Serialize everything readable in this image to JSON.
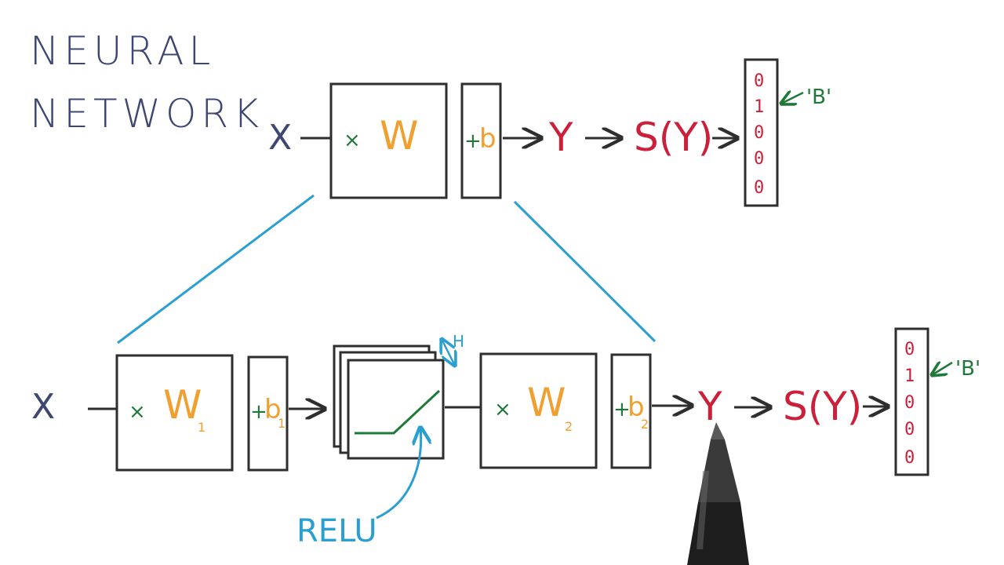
{
  "colors": {
    "ink": "#2e2e2e",
    "title": "#3d4770",
    "weight": "#f0a030",
    "op": "#1f7a3a",
    "output": "#cc1f3a",
    "link": "#2b9fd0"
  },
  "title": {
    "line1": "NEURAL",
    "line2": "NETWORK"
  },
  "top_row": {
    "input": "X",
    "mult_op": "×",
    "weight": "W",
    "bias_op": "+",
    "bias": "b",
    "output": "Y",
    "softmax": "S(Y)",
    "onehot": [
      "0",
      "1",
      "0",
      "0",
      "0"
    ],
    "target_label": "'B'"
  },
  "bottom_row": {
    "input": "X",
    "mult_op_1": "×",
    "weight_1": "W",
    "weight_1_sub": "1",
    "bias_op_1": "+",
    "bias_1": "b",
    "bias_1_sub": "1",
    "hidden_size": "H",
    "relu_label": "RELU",
    "mult_op_2": "×",
    "weight_2": "W",
    "weight_2_sub": "2",
    "bias_op_2": "+",
    "bias_2": "b",
    "bias_2_sub": "2",
    "output": "Y",
    "softmax": "S(Y)",
    "onehot": [
      "0",
      "1",
      "0",
      "0",
      "0"
    ],
    "target_label": "'B'"
  },
  "icons": [
    "pen-icon"
  ]
}
